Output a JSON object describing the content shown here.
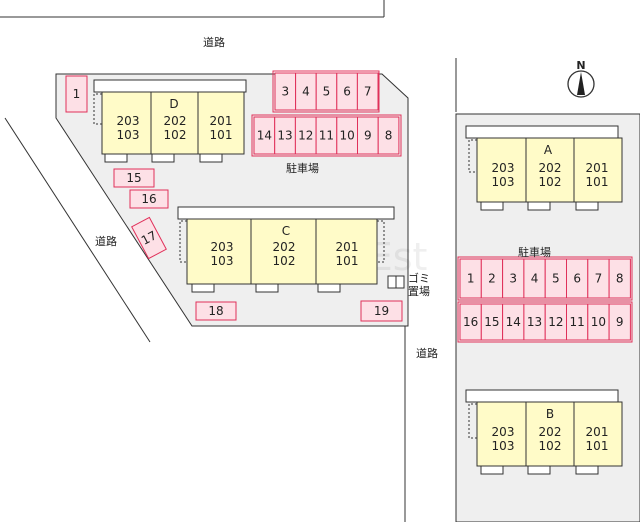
{
  "roads": {
    "top": "道路",
    "left": "道路",
    "right": "道路"
  },
  "parking_west": {
    "label": "駐車場",
    "top_row": [
      "3",
      "4",
      "5",
      "6",
      "7"
    ],
    "bottom_row": [
      "14",
      "13",
      "12",
      "11",
      "10",
      "9",
      "8"
    ],
    "singles": [
      "1",
      "15",
      "16",
      "17",
      "18",
      "19"
    ]
  },
  "parking_east": {
    "label": "駐車場",
    "row1": [
      "1",
      "2",
      "3",
      "4",
      "5",
      "6",
      "7",
      "8"
    ],
    "row2": [
      "16",
      "15",
      "14",
      "13",
      "12",
      "11",
      "10",
      "9"
    ]
  },
  "garbage": "ゴミ置場",
  "compass": "N",
  "watermark": "Mitomo-Est",
  "buildings": [
    {
      "name": "D",
      "units": [
        [
          "203",
          "103"
        ],
        [
          "202",
          "102"
        ],
        [
          "201",
          "101"
        ]
      ]
    },
    {
      "name": "C",
      "units": [
        [
          "203",
          "103"
        ],
        [
          "202",
          "102"
        ],
        [
          "201",
          "101"
        ]
      ]
    },
    {
      "name": "A",
      "units": [
        [
          "203",
          "103"
        ],
        [
          "202",
          "102"
        ],
        [
          "201",
          "101"
        ]
      ]
    },
    {
      "name": "B",
      "units": [
        [
          "203",
          "103"
        ],
        [
          "202",
          "102"
        ],
        [
          "201",
          "101"
        ]
      ]
    }
  ],
  "colors": {
    "lot": "#efefef",
    "building": "#fffbc8",
    "parking_fill": "#fde0e6",
    "parking_stroke": "#e0305a",
    "outline": "#333333"
  }
}
